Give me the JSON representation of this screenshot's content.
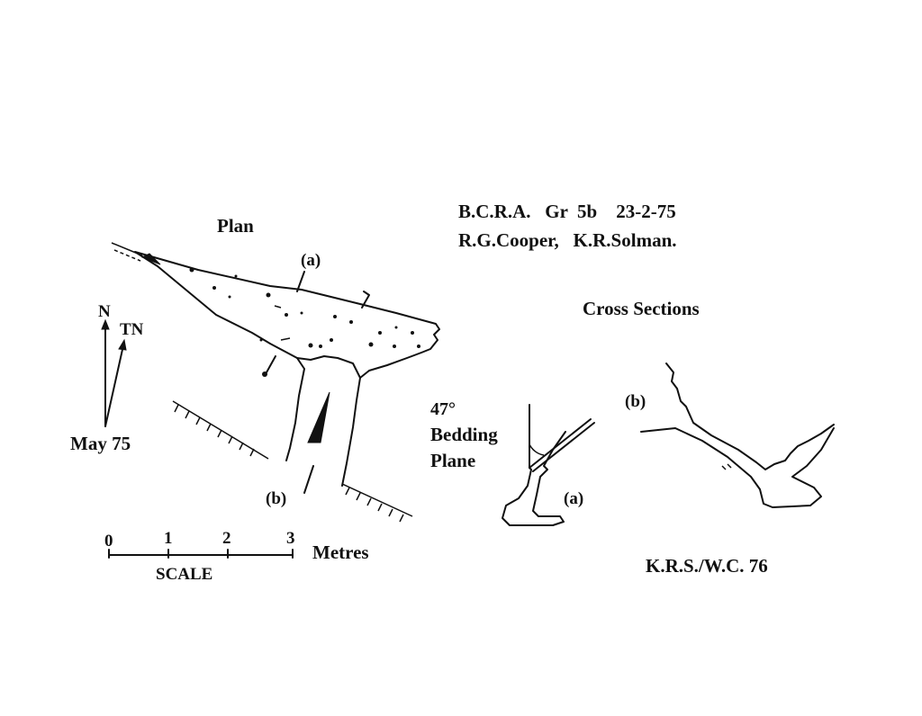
{
  "plan": {
    "title": "Plan",
    "section_a_label": "(a)",
    "section_b_label": "(b)"
  },
  "header": {
    "line1": "B.C.R.A.   Gr  5b    23-2-75",
    "line2": "R.G.Cooper,   K.R.Solman."
  },
  "north": {
    "magnetic": "N",
    "true": "TN",
    "date": "May 75"
  },
  "scale": {
    "ticks": [
      "0",
      "1",
      "2",
      "3"
    ],
    "unit": "Metres",
    "caption": "SCALE"
  },
  "cross_sections": {
    "title": "Cross Sections",
    "dip_value": "47°",
    "dip_label_line1": "Bedding",
    "dip_label_line2": "Plane",
    "section_a_label": "(a)",
    "section_b_label": "(b)"
  },
  "credit": "K.R.S./W.C. 76"
}
